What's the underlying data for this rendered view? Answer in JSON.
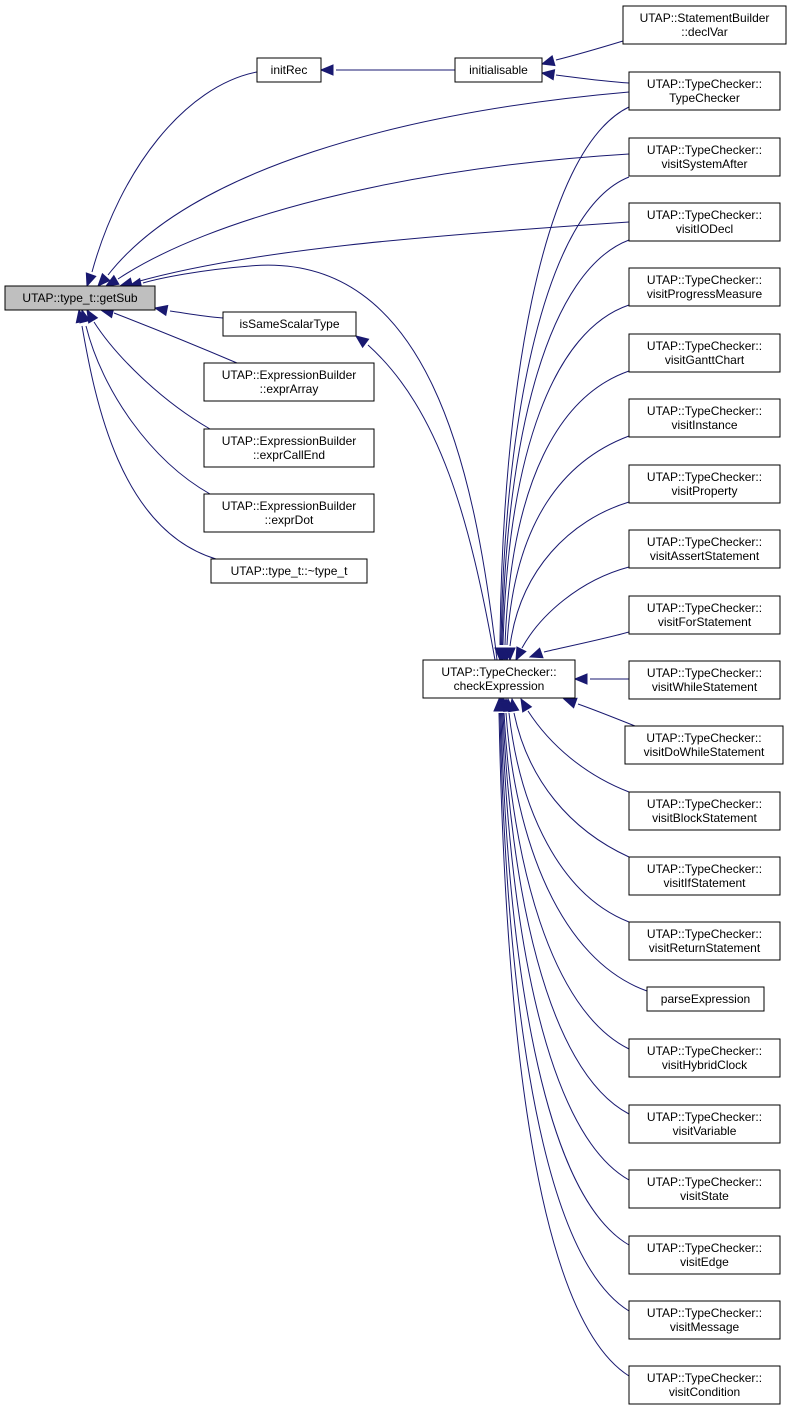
{
  "diagram": {
    "title": "",
    "nodes": [
      {
        "id": "getSub",
        "lines": [
          "UTAP::type_t::getSub"
        ],
        "highlight": true
      },
      {
        "id": "initRec",
        "lines": [
          "initRec"
        ]
      },
      {
        "id": "initialisable",
        "lines": [
          "initialisable"
        ]
      },
      {
        "id": "declVar",
        "lines": [
          "UTAP::StatementBuilder",
          "::declVar"
        ]
      },
      {
        "id": "TypeChecker",
        "lines": [
          "UTAP::TypeChecker::",
          "TypeChecker"
        ]
      },
      {
        "id": "visitSystemAfter",
        "lines": [
          "UTAP::TypeChecker::",
          "visitSystemAfter"
        ]
      },
      {
        "id": "visitIODecl",
        "lines": [
          "UTAP::TypeChecker::",
          "visitIODecl"
        ]
      },
      {
        "id": "visitProgressMeasure",
        "lines": [
          "UTAP::TypeChecker::",
          "visitProgressMeasure"
        ]
      },
      {
        "id": "isSameScalarType",
        "lines": [
          "isSameScalarType"
        ]
      },
      {
        "id": "exprArray",
        "lines": [
          "UTAP::ExpressionBuilder",
          "::exprArray"
        ]
      },
      {
        "id": "visitGanttChart",
        "lines": [
          "UTAP::TypeChecker::",
          "visitGanttChart"
        ]
      },
      {
        "id": "visitInstance",
        "lines": [
          "UTAP::TypeChecker::",
          "visitInstance"
        ]
      },
      {
        "id": "exprCallEnd",
        "lines": [
          "UTAP::ExpressionBuilder",
          "::exprCallEnd"
        ]
      },
      {
        "id": "visitProperty",
        "lines": [
          "UTAP::TypeChecker::",
          "visitProperty"
        ]
      },
      {
        "id": "exprDot",
        "lines": [
          "UTAP::ExpressionBuilder",
          "::exprDot"
        ]
      },
      {
        "id": "visitAssertStatement",
        "lines": [
          "UTAP::TypeChecker::",
          "visitAssertStatement"
        ]
      },
      {
        "id": "dtor",
        "lines": [
          "UTAP::type_t::~type_t"
        ]
      },
      {
        "id": "visitForStatement",
        "lines": [
          "UTAP::TypeChecker::",
          "visitForStatement"
        ]
      },
      {
        "id": "checkExpression",
        "lines": [
          "UTAP::TypeChecker::",
          "checkExpression"
        ]
      },
      {
        "id": "visitWhileStatement",
        "lines": [
          "UTAP::TypeChecker::",
          "visitWhileStatement"
        ]
      },
      {
        "id": "visitDoWhileStatement",
        "lines": [
          "UTAP::TypeChecker::",
          "visitDoWhileStatement"
        ]
      },
      {
        "id": "visitBlockStatement",
        "lines": [
          "UTAP::TypeChecker::",
          "visitBlockStatement"
        ]
      },
      {
        "id": "visitIfStatement",
        "lines": [
          "UTAP::TypeChecker::",
          "visitIfStatement"
        ]
      },
      {
        "id": "visitReturnStatement",
        "lines": [
          "UTAP::TypeChecker::",
          "visitReturnStatement"
        ]
      },
      {
        "id": "parseExpression",
        "lines": [
          "parseExpression"
        ]
      },
      {
        "id": "visitHybridClock",
        "lines": [
          "UTAP::TypeChecker::",
          "visitHybridClock"
        ]
      },
      {
        "id": "visitVariable",
        "lines": [
          "UTAP::TypeChecker::",
          "visitVariable"
        ]
      },
      {
        "id": "visitState",
        "lines": [
          "UTAP::TypeChecker::",
          "visitState"
        ]
      },
      {
        "id": "visitEdge",
        "lines": [
          "UTAP::TypeChecker::",
          "visitEdge"
        ]
      },
      {
        "id": "visitMessage",
        "lines": [
          "UTAP::TypeChecker::",
          "visitMessage"
        ]
      },
      {
        "id": "visitCondition",
        "lines": [
          "UTAP::TypeChecker::",
          "visitCondition"
        ]
      }
    ],
    "edges": [
      {
        "from": "initRec",
        "to": "getSub"
      },
      {
        "from": "TypeChecker",
        "to": "getSub"
      },
      {
        "from": "visitSystemAfter",
        "to": "getSub"
      },
      {
        "from": "visitIODecl",
        "to": "getSub"
      },
      {
        "from": "checkExpression",
        "to": "getSub"
      },
      {
        "from": "isSameScalarType",
        "to": "getSub"
      },
      {
        "from": "exprArray",
        "to": "getSub"
      },
      {
        "from": "exprCallEnd",
        "to": "getSub"
      },
      {
        "from": "exprDot",
        "to": "getSub"
      },
      {
        "from": "dtor",
        "to": "getSub"
      },
      {
        "from": "initialisable",
        "to": "initRec"
      },
      {
        "from": "declVar",
        "to": "initialisable"
      },
      {
        "from": "TypeChecker",
        "to": "initialisable"
      },
      {
        "from": "checkExpression",
        "to": "isSameScalarType"
      },
      {
        "from": "TypeChecker",
        "to": "checkExpression"
      },
      {
        "from": "visitSystemAfter",
        "to": "checkExpression"
      },
      {
        "from": "visitIODecl",
        "to": "checkExpression"
      },
      {
        "from": "visitProgressMeasure",
        "to": "checkExpression"
      },
      {
        "from": "visitGanttChart",
        "to": "checkExpression"
      },
      {
        "from": "visitInstance",
        "to": "checkExpression"
      },
      {
        "from": "visitProperty",
        "to": "checkExpression"
      },
      {
        "from": "visitAssertStatement",
        "to": "checkExpression"
      },
      {
        "from": "visitForStatement",
        "to": "checkExpression"
      },
      {
        "from": "visitWhileStatement",
        "to": "checkExpression"
      },
      {
        "from": "visitDoWhileStatement",
        "to": "checkExpression"
      },
      {
        "from": "visitBlockStatement",
        "to": "checkExpression"
      },
      {
        "from": "visitIfStatement",
        "to": "checkExpression"
      },
      {
        "from": "visitReturnStatement",
        "to": "checkExpression"
      },
      {
        "from": "parseExpression",
        "to": "checkExpression"
      },
      {
        "from": "visitHybridClock",
        "to": "checkExpression"
      },
      {
        "from": "visitVariable",
        "to": "checkExpression"
      },
      {
        "from": "visitState",
        "to": "checkExpression"
      },
      {
        "from": "visitEdge",
        "to": "checkExpression"
      },
      {
        "from": "visitMessage",
        "to": "checkExpression"
      },
      {
        "from": "visitCondition",
        "to": "checkExpression"
      }
    ],
    "colors": {
      "edge": "#191970",
      "node_border": "#000000",
      "node_fill": "#ffffff",
      "highlight_fill": "#bfbfbf"
    }
  }
}
